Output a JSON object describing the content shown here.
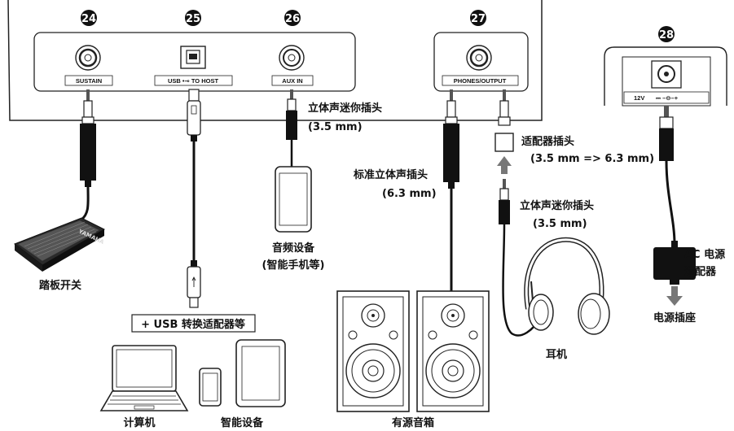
{
  "callouts": {
    "n24": "24",
    "n25": "25",
    "n26": "26",
    "n27": "27",
    "n28": "28"
  },
  "panel": {
    "sustain": "SUSTAIN",
    "usb_to_host": "USB •⊸ TO HOST",
    "aux_in": "AUX IN",
    "phones_output": "PHONES/OUTPUT",
    "adapter_jack_12v": "12V",
    "adapter_jack_polarity": "⎓ –⊖–+"
  },
  "labels": {
    "stereo_mini_plug_aux": "立体声迷你插头",
    "stereo_mini_plug_aux_size": "(3.5 mm)",
    "adapter_plug": "适配器插头",
    "adapter_plug_size": "(3.5 mm => 6.3 mm)",
    "standard_stereo_plug": "标准立体声插头",
    "standard_stereo_plug_size": "(6.3 mm)",
    "stereo_mini_plug_headphones": "立体声迷你插头",
    "stereo_mini_plug_headphones_size": "(3.5 mm)",
    "audio_device": "音频设备",
    "audio_device_note": "(智能手机等)",
    "pedal": "踏板开关",
    "pedal_brand": "YAMAHA",
    "usb_adapter": "+ USB 转换适配器等",
    "computer": "计算机",
    "smart_device": "智能设备",
    "powered_speakers": "有源音箱",
    "headphones": "耳机",
    "ac_adapter_line1": "AC 电源",
    "ac_adapter_line2": "适配器",
    "power_outlet": "电源插座"
  }
}
